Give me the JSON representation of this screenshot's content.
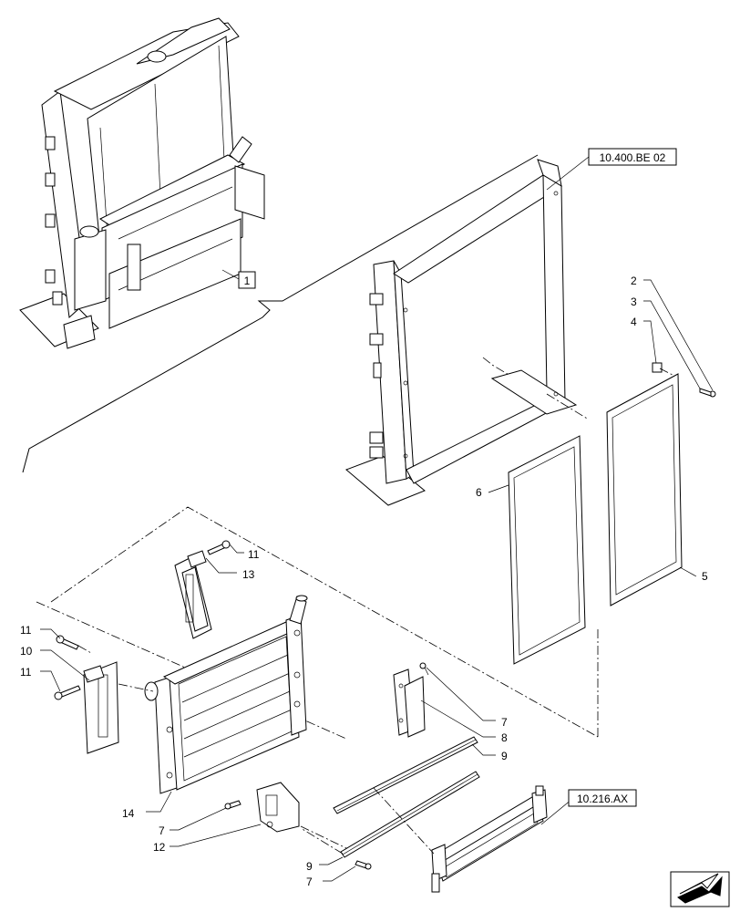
{
  "references": {
    "top_ref": "10.400.BE 02",
    "bottom_ref": "10.216.AX",
    "assembly_ref": "1"
  },
  "callouts": {
    "c2": "2",
    "c3": "3",
    "c4": "4",
    "c5": "5",
    "c6": "6",
    "c7a": "7",
    "c8": "8",
    "c9a": "9",
    "c10": "10",
    "c11a": "11",
    "c11b": "11",
    "c11c": "11",
    "c12": "12",
    "c13": "13",
    "c14": "14",
    "c7b": "7",
    "c9b": "9",
    "c7c": "7"
  },
  "nav_icon": "arrow-next-icon"
}
